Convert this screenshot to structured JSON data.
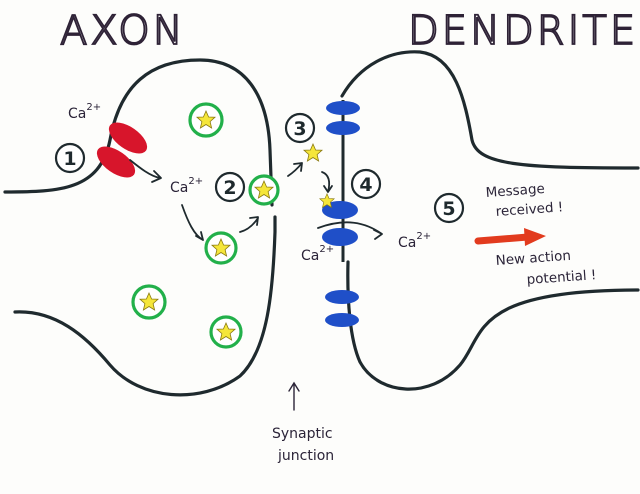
{
  "titles": {
    "axon": "AXON",
    "dendrite": "DENDRITE"
  },
  "steps": [
    "1",
    "2",
    "3",
    "4",
    "5"
  ],
  "labels": {
    "ca_left": "Ca",
    "ca_left_sup": "2+",
    "ca_mid": "Ca",
    "ca_mid_sup": "2+",
    "ca_bottom": "Ca",
    "ca_bottom_sup": "2+",
    "ca_right": "Ca",
    "ca_right_sup": "2+",
    "message_line1": "Message",
    "message_line2": "received !",
    "action_line1": "New action",
    "action_line2": "potential !",
    "synaptic_line1": "Synaptic",
    "synaptic_line2": "junction"
  },
  "colors": {
    "outline": "#1f2a2e",
    "channel_red": "#d7152b",
    "receptor_blue": "#1f4fc8",
    "vesicle_ring": "#22b04a",
    "star": "#f5e63a",
    "arrow_red": "#e23b1e",
    "title_ink": "#2e2236",
    "label_ink": "#2b2438"
  }
}
